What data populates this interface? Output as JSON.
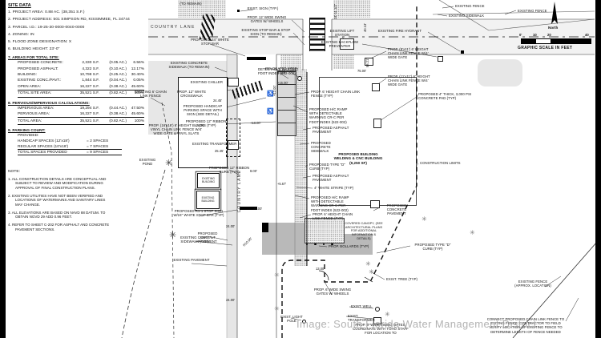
{
  "watermark": "Image: South Florida Water Management District",
  "compass": {
    "north_label": "North",
    "scale_ticks": [
      "0'",
      "10",
      "20",
      "40"
    ],
    "scale_caption": "GRAPHIC SCALE IN FEET"
  },
  "site_data": {
    "title": "SITE DATA",
    "items": [
      "1. PROJECT AREA: 0.88 AC. (38,351 S.F.)",
      "2. PROJECT ADDRESS: 501 SIMPSON RD, KISSIMMEE, FL 34744",
      "3. PARCEL I.D.: 19-25-30-0000-0040-0000",
      "4. ZONING: IN",
      "5. FLOOD ZONE DESIGNATION: X",
      "6. BUILDING HEIGHT: 23'-0\""
    ],
    "areas_heading": "7. AREAS FOR TOTAL SITE:",
    "areas_rows": [
      {
        "l": "PROPOSED CONCRETE:",
        "sf": "2,330 S.F.",
        "ac": "(0.05 AC.)",
        "p": "6.56%"
      },
      {
        "l": "PROPOSED ASPHALT:",
        "sf": "4,322 S.F.",
        "ac": "(0.10 AC.)",
        "p": "12.17%"
      },
      {
        "l": "BUILDING:",
        "sf": "10,798 S.F.",
        "ac": "(0.25 AC.)",
        "p": "30.40%"
      },
      {
        "l": "EXISTING CONC./PAVT.:",
        "sf": "1,844 S.F.",
        "ac": "(0.04 AC.)",
        "p": "0.05%"
      },
      {
        "l": "OPEN AREA:",
        "sf": "16,227 S.F.",
        "ac": "(0.38 AC.)",
        "p": "45.60%"
      },
      {
        "l": "TOTAL SITE AREA:",
        "sf": "35,521 S.F.",
        "ac": "(0.82 AC.)",
        "p": "100%"
      }
    ],
    "perv_heading": "8. PERVIOUS/IMPERVIOUS CALCULATIONS:",
    "perv_rows": [
      {
        "l": "IMPERVIOUS AREA:",
        "sf": "19,294 S.F.",
        "ac": "(0.44 AC.)",
        "p": "47.50%"
      },
      {
        "l": "PERVIOUS AREA:",
        "sf": "16,227 S.F.",
        "ac": "(0.38 AC.)",
        "p": "45.60%"
      },
      {
        "l": "TOTAL AREA:",
        "sf": "35,521 S.F.",
        "ac": "(0.82 AC.)",
        "p": "100%"
      }
    ],
    "parking_heading": "9. PARKING COUNT:",
    "parking_provided": "PROVIDED:",
    "parking_rows": [
      {
        "l": "HANDICAP SPACES (12'x18')",
        "v": "= 2 SPACES"
      },
      {
        "l": "REGULAR SPACES (10'x18')",
        "v": "= 7 SPACES"
      },
      {
        "l": "TOTAL SPACES PROVIDED",
        "v": "= 9 SPACES"
      }
    ]
  },
  "notes": {
    "title": "NOTE:",
    "items": [
      "1. ALL CONSTRUCTION DETAILS ARE CONCEPTUAL AND SUBJECT TO REVIEW AND MODIFICATION DURING APPROVAL OF FINAL CONSTRUCTION PLANS.",
      "2. EXISTING UTILITIES HAVE NOT BEEN VERIFIED AND LOCATIONS OF WATERMAINS AND SANITARY LINES MAY CHANGE.",
      "3. ALL ELEVATIONS ARE BASED ON NAVD 88 DATUM. TO OBTAIN NGVD 29 ADD 0.96 FEET.",
      "4. REFER TO SHEET C-202 FOR ASPHALT AND CONCRETE PAVEMENT SECTIONS."
    ]
  },
  "labels": {
    "existing_building": "EXISTING BUILDING"
  },
  "icons": {
    "tree": "✳",
    "handicap": "♿"
  },
  "callouts": [
    "(TO REMAIN)",
    "EXIST. SIGN (TYP.)",
    "PROP. 12' WIDE SWING GATES W/ WHEELS",
    "EXISTING STOP BAR & STOP SIGN (TO REMAIN)",
    "EXISTING BACKFLOW PREVENTER",
    "PROPOSED 24\" WHITE STOP BAR",
    "EXISTING CONCRETE SIDEWALK (TO REMAIN)",
    "RELOCATED STOP SIGN",
    "EXISTING FENCE",
    "EXISTING SIDEWALK",
    "EXISTING FENCE",
    "EXISTING LIFT STATION",
    "EXISTING FIRE HYDRANT",
    "PROP. (9'x11') 6' HEIGHT CHAIN LINK FENCE W/4' WIDE GATE",
    "PROP. (11'x11') 6' HEIGHT CHAIN LINK FENCE W/4' WIDE GATE",
    "PROPOSED 4\" THICK, 3,000 PSI CONCRETE PAD (TYP)",
    "EXISTING 6' CHAIN LINK FENCE",
    "EXISTING CHILLER",
    "PROP. 12\" WHITE CROSSWALK",
    "DETECTABLE WARNING FDOT INDEX (522-002)",
    "PROPOSED HANDICAP PARKING SPACE WITH SIGN (SEE DETAIL)",
    "PROPOSED 12\" RIBBON CURB (TYP)",
    "EXISTING TRANSFORMER",
    "PROP. (16'x16') 6' HEIGHT BLACK VINYL CHAIN LINK FENCE W/4' WIDE GATE & VINYL SLATS",
    "EXISTING POND",
    "PROPOSED 12\" RIBBON CURB (TYP)",
    "PROPOSED R1-1 STOP SIGN W/24\" WHITE STOP BAR (TYP)",
    "EXISTING CONC. SIDEWALK (TYP)",
    "EXISTING PAVEMENT",
    "PROPOSED ASPHALT PAVEMENT",
    "PROP. 6' HEIGHT CHAIN LINK FENCE (TYP)",
    "PROPOSED H/C RAMP WITH DETECTABLE WARNING CR-C PER FDOT INDEX (522-002)",
    "PROPOSED ASPHALT PAVEMENT",
    "PROPOSED CONCRETE SIDEWALK",
    "PROPOSED BUILDING WELDING & CNC BUILDING (9,250 SF)",
    "PROPOSED TYPE \"D\" CURB (TYP)",
    "PROPOSED ASPHALT PAVEMENT",
    "4\" WHITE STRIPE (TYP)",
    "PROPOSED H/C RAMP WITH DETECTABLE WARNING CR-C PER FDOT INDEX (522-002)",
    "PROP. 6' HEIGHT CHAIN LINK FENCE (TYP)",
    "COVERED CANOPY, (SEE ARCHITECTURAL PLANS FOR ADDITIONAL INFORMATION & DETAILS)",
    "PROP. BOLLARDS (TYP)",
    "PROPOSED CONCRETE PAVEMENT",
    "CONSTRUCTION LIMITS",
    "PROPOSED TYPE \"D\" CURB (TYP)",
    "EXIST. TREE (TYP)",
    "PROP. 6' WIDE SWING GATES W/ WHEELS",
    "EXIST. LIGHT POLE",
    "EXIST. WELL",
    "EXIST. TRANSFORMER",
    "PROP. 6' WIDE SWING GATES, COORDINATE WITH TOHO STAFF FOR LOCATION TO",
    "EXISTING FENCE (APPROX. LOCATION)",
    "CONNECT PROPOSED CHAIN LINK FENCE TO EXITING FENCE. CONTRACTOR TO FIELD VERIFY LOCATION OF EXISTING FENCE TO DETERMINE LENGTH OF FENCE NEEDED",
    "COUNTRY LANE",
    "COUNTRY LANE"
  ],
  "dims": [
    "75.00'",
    "24.45'",
    "+18.00'",
    "25.45'",
    "+15.00'",
    "+12.00'",
    "8.00'",
    "+5.67'",
    "24.00'",
    "24.00'",
    "13.00'",
    "58.21'",
    "40.13'",
    "24'-11 1/2\"",
    "R10.00'",
    "+6.00'"
  ]
}
